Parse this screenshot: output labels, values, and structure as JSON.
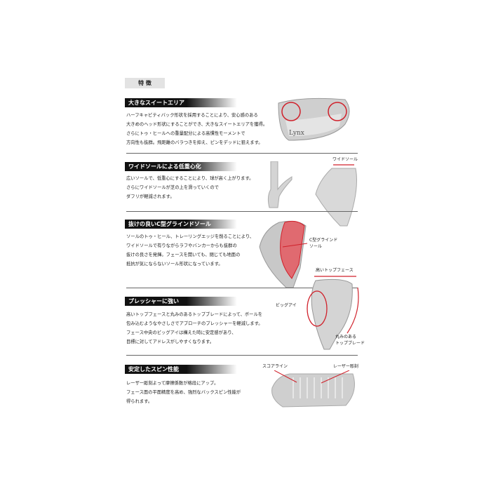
{
  "badge": "特 徴",
  "sections": [
    {
      "title": "大きなスイートエリア",
      "lines": [
        "ハーフキャビティバック形状を採用することにより、安心感のある",
        "大きめのヘッド形状にすることができ、大きなスイートエリアを獲得。",
        "さらにトゥ・ヒールへの重量配分による高慣性モーメントで",
        "方向性も抜群。飛距離のバラつきを抑え、ピンをデッドに狙えます。"
      ]
    },
    {
      "title": "ワイドソールによる低重心化",
      "lines": [
        "広いソールで、低重心にすることにより、球が高く上がります。",
        "さらにワイドソールが芝の上を滑っていくので",
        "ダフリが軽減されます。"
      ]
    },
    {
      "title": "抜けの良いC型グラインドソール",
      "lines": [
        "ソールのトゥ・ヒール、トレーリングエッジを削ることにより、",
        "ワイドソールで有りながらラフやバンカーからも抜群の",
        "抜けの良さを発揮。フェースを開いても、閉じても地面の",
        "抵抗が気にならないソール形状になっています。"
      ]
    },
    {
      "title": "プレッシャーに強い",
      "lines": [
        "高いトップフェースと丸みのあるトップブレードによって、ボールを",
        "包み込むようなやさしさでアプローチのプレッシャーを軽減します。",
        "フェース中央のビッグアイは構えた時に安定感があり、",
        "目標に対してアドレスがしやすくなります。"
      ]
    },
    {
      "title": "安定したスピン性能",
      "lines": [
        "レーザー彫刻よって摩擦係数が格段にアップ。",
        "フェース面の平面精度を高め、強烈なバックスピン性能が",
        "得られます。"
      ]
    }
  ],
  "labels": {
    "logo": "Lynx",
    "wide_sole": "ワイドソール",
    "c_grind": "C型グラインド",
    "c_grind2": "ソール",
    "high_top": "高いトップフェース",
    "big_eye": "ビッグアイ",
    "round_top": "丸みのある",
    "round_top2": "トップブレード",
    "score_line": "スコアライン",
    "laser": "レーザー彫刻"
  },
  "colors": {
    "accent": "#d0202a"
  }
}
